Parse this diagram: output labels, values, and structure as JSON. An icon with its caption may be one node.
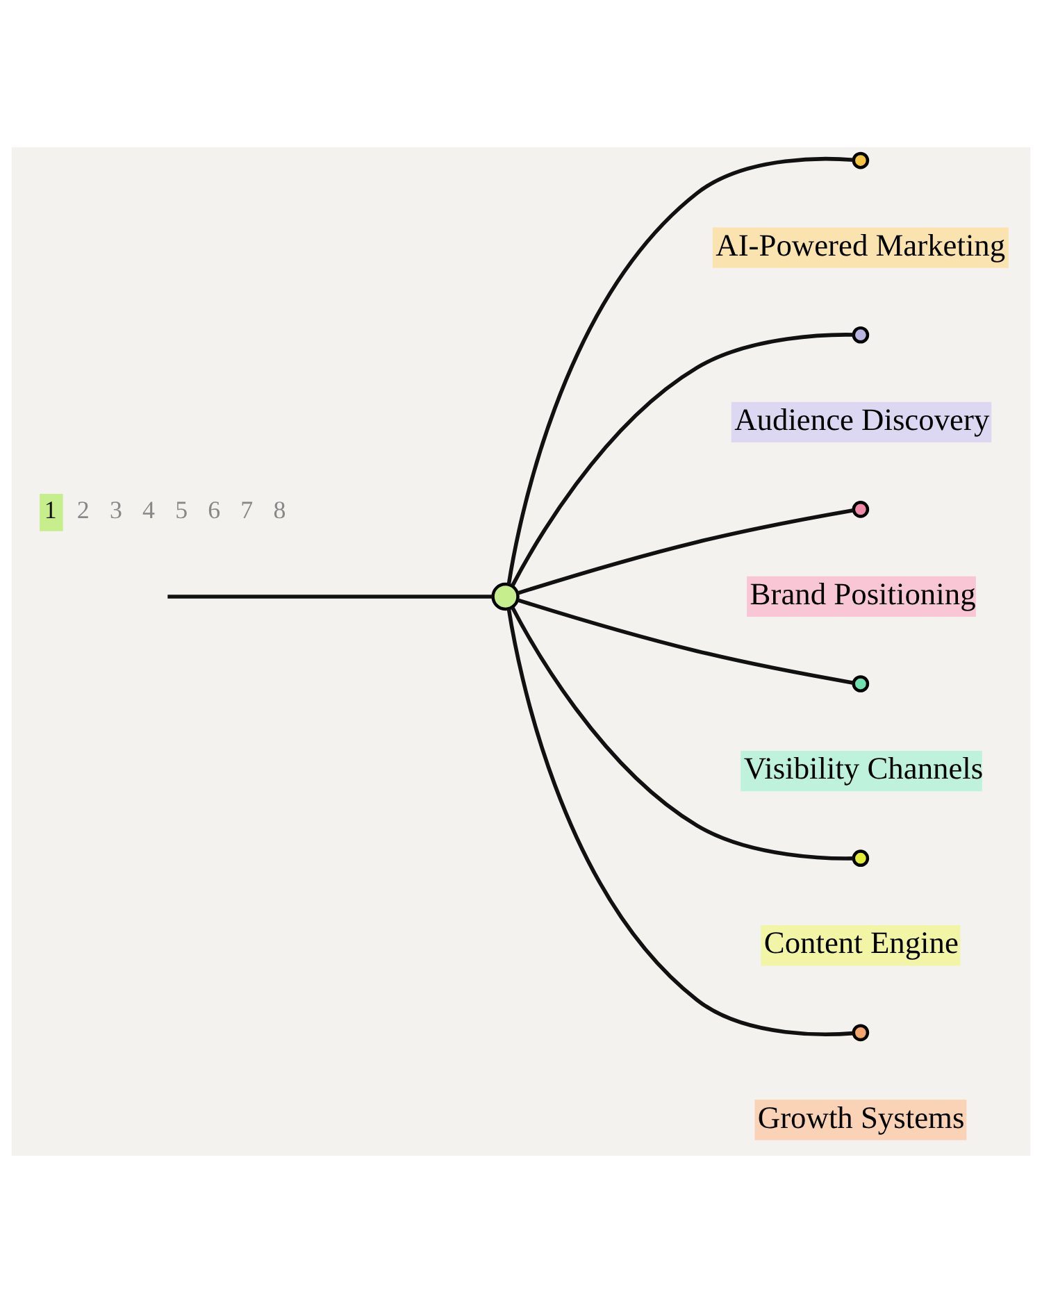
{
  "diagram": {
    "nodes": [
      {
        "text": [],
        "shape": "circle"
      },
      {
        "text": [],
        "shape": "circle",
        "beside": [
          "AI-Powered Marketing"
        ]
      },
      {
        "text": [],
        "shape": "circle",
        "beside": [
          "Audience Discovery"
        ]
      },
      {
        "text": [],
        "shape": "circle",
        "beside": [
          "Brand Positioning"
        ]
      },
      {
        "text": [],
        "shape": "circle",
        "beside": [
          "Visibility Channels"
        ]
      },
      {
        "text": [],
        "shape": "circle",
        "beside": [
          "Content Engine"
        ]
      },
      {
        "text": [],
        "shape": "circle",
        "beside": [
          "Growth Systems"
        ]
      }
    ],
    "edges": [
      {
        "from": null,
        "to": 0,
        "arrow": "none"
      },
      {
        "from": 0,
        "to": 1,
        "arrow": "none"
      },
      {
        "from": 0,
        "to": 2,
        "arrow": "none"
      },
      {
        "from": 0,
        "to": 3,
        "arrow": "none"
      },
      {
        "from": 0,
        "to": 4,
        "arrow": "none"
      },
      {
        "from": 0,
        "to": 5,
        "arrow": "none"
      },
      {
        "from": 0,
        "to": 6,
        "arrow": "none"
      }
    ],
    "labels": [
      "1",
      "2",
      "3",
      "4",
      "5",
      "6",
      "7",
      "8"
    ]
  }
}
